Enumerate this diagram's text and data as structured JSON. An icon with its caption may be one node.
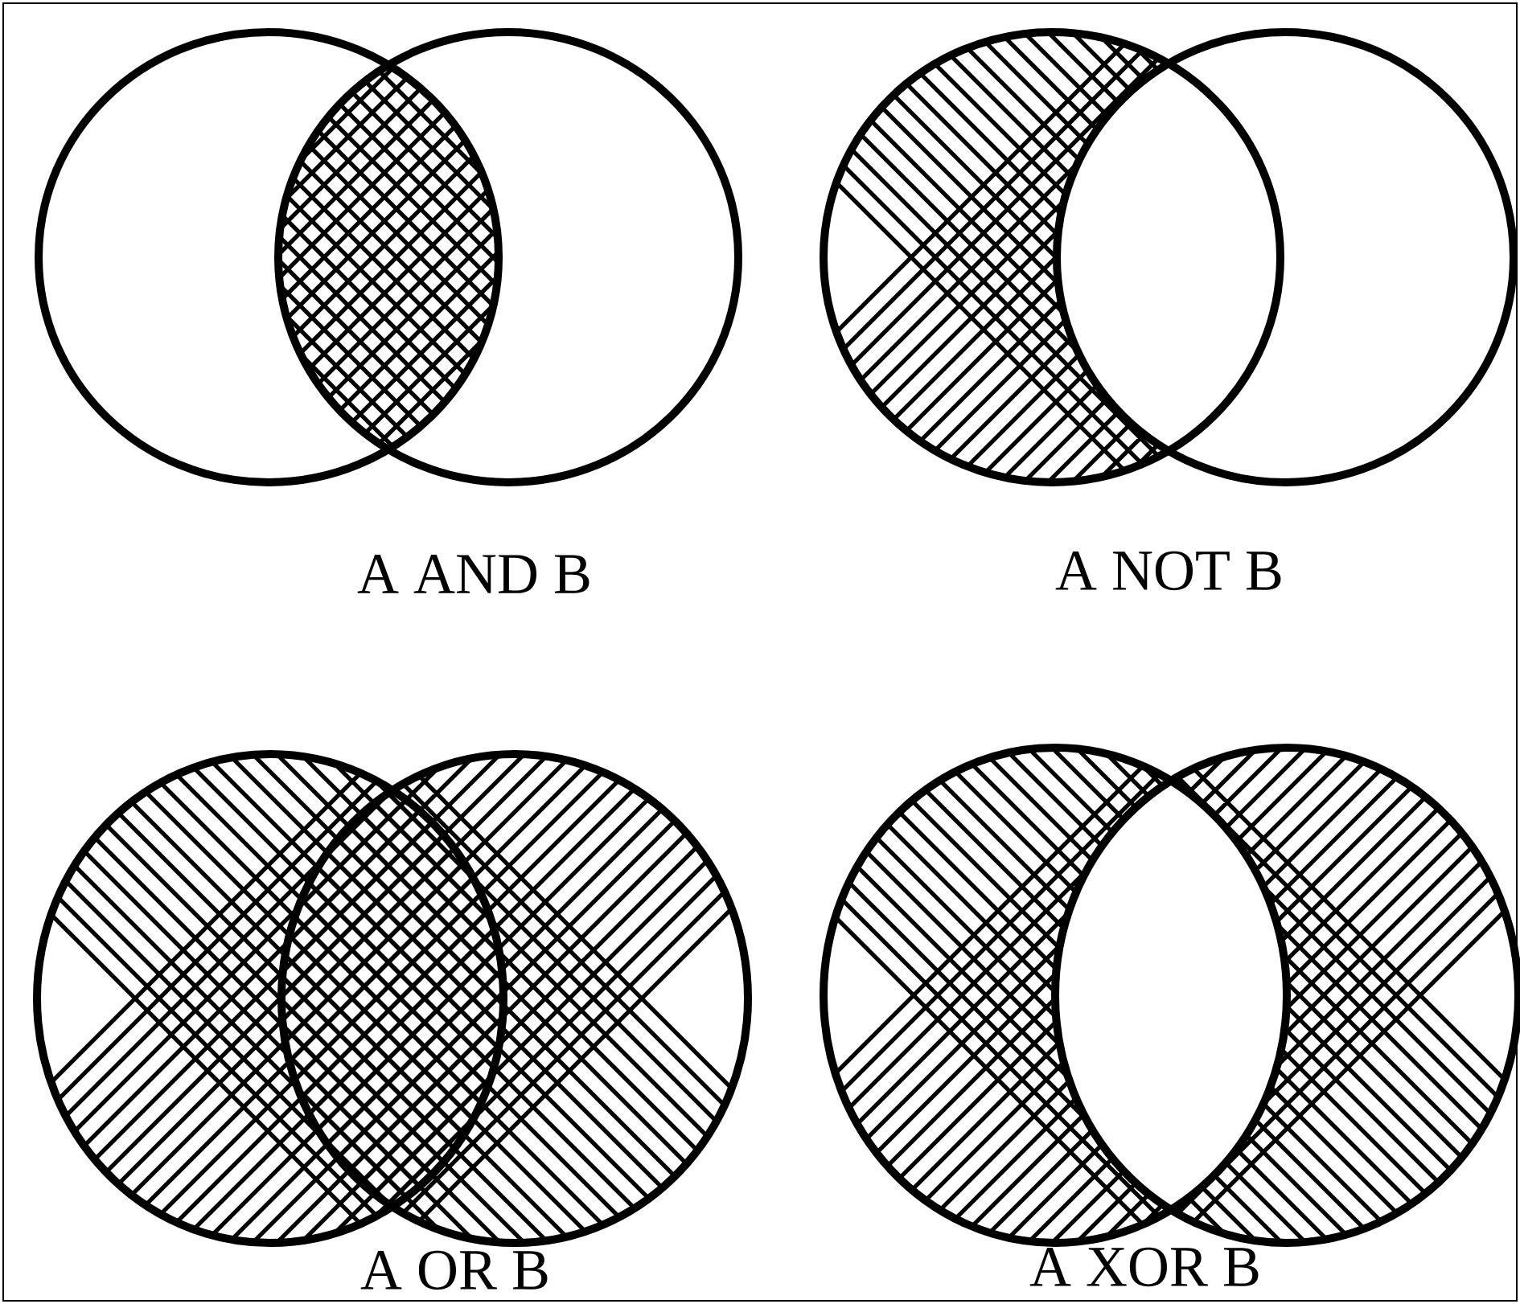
{
  "diagram": {
    "labels": [
      "A AND B",
      "A NOT B",
      "A OR B",
      "A XOR B"
    ]
  }
}
